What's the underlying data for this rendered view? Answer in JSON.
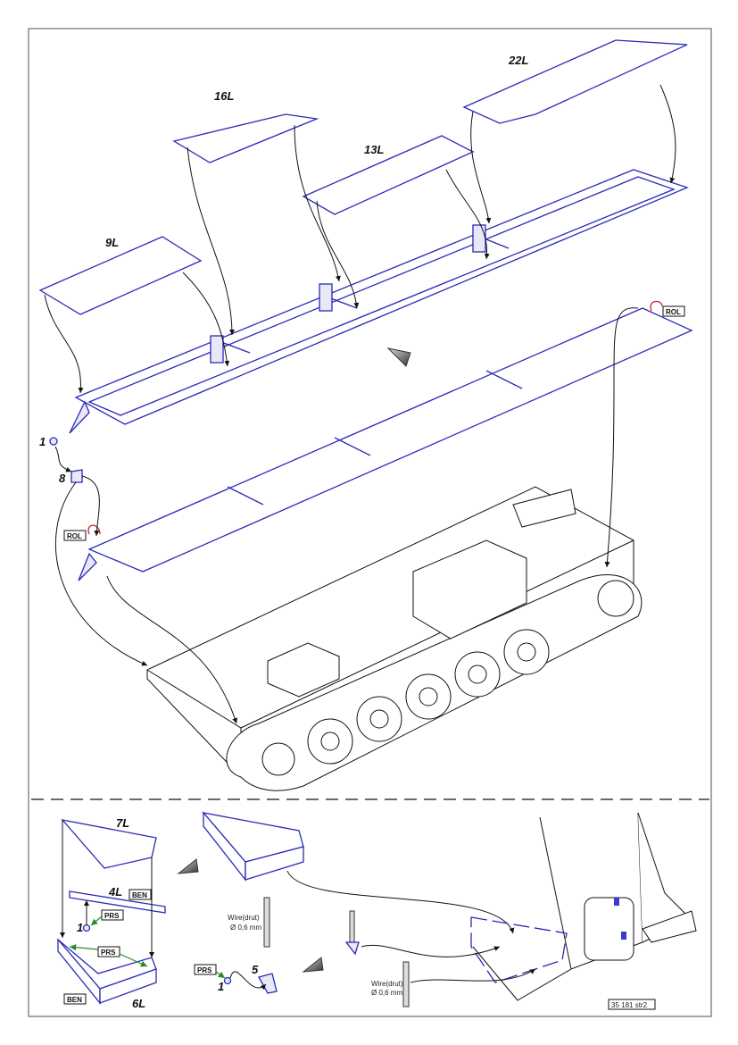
{
  "colors": {
    "part": "#2a2ab8",
    "ink": "#111111",
    "arrow_green": "#2a8a2a",
    "rotate_red": "#d02020"
  },
  "top_section": {
    "part_labels": {
      "p22": "22L",
      "p16": "16L",
      "p13": "13L",
      "p9": "9L",
      "p1": "1",
      "p8": "8"
    },
    "rol_tags": [
      "ROL",
      "ROL"
    ]
  },
  "bottom_section": {
    "part_labels": {
      "p7": "7L",
      "p4": "4L",
      "p6": "6L",
      "p1a": "1",
      "p5": "5",
      "p1b": "1"
    },
    "ben_tags": [
      "BEN",
      "BEN"
    ],
    "prs_tags": [
      "PRS",
      "PRS",
      "PRS"
    ],
    "wire_notes": [
      {
        "line1": "Wire(drut)",
        "line2": "Ø 0,6 mm"
      },
      {
        "line1": "Wire(drut)",
        "line2": "Ø 0,6 mm"
      }
    ],
    "page_code": "35 181 str2"
  }
}
